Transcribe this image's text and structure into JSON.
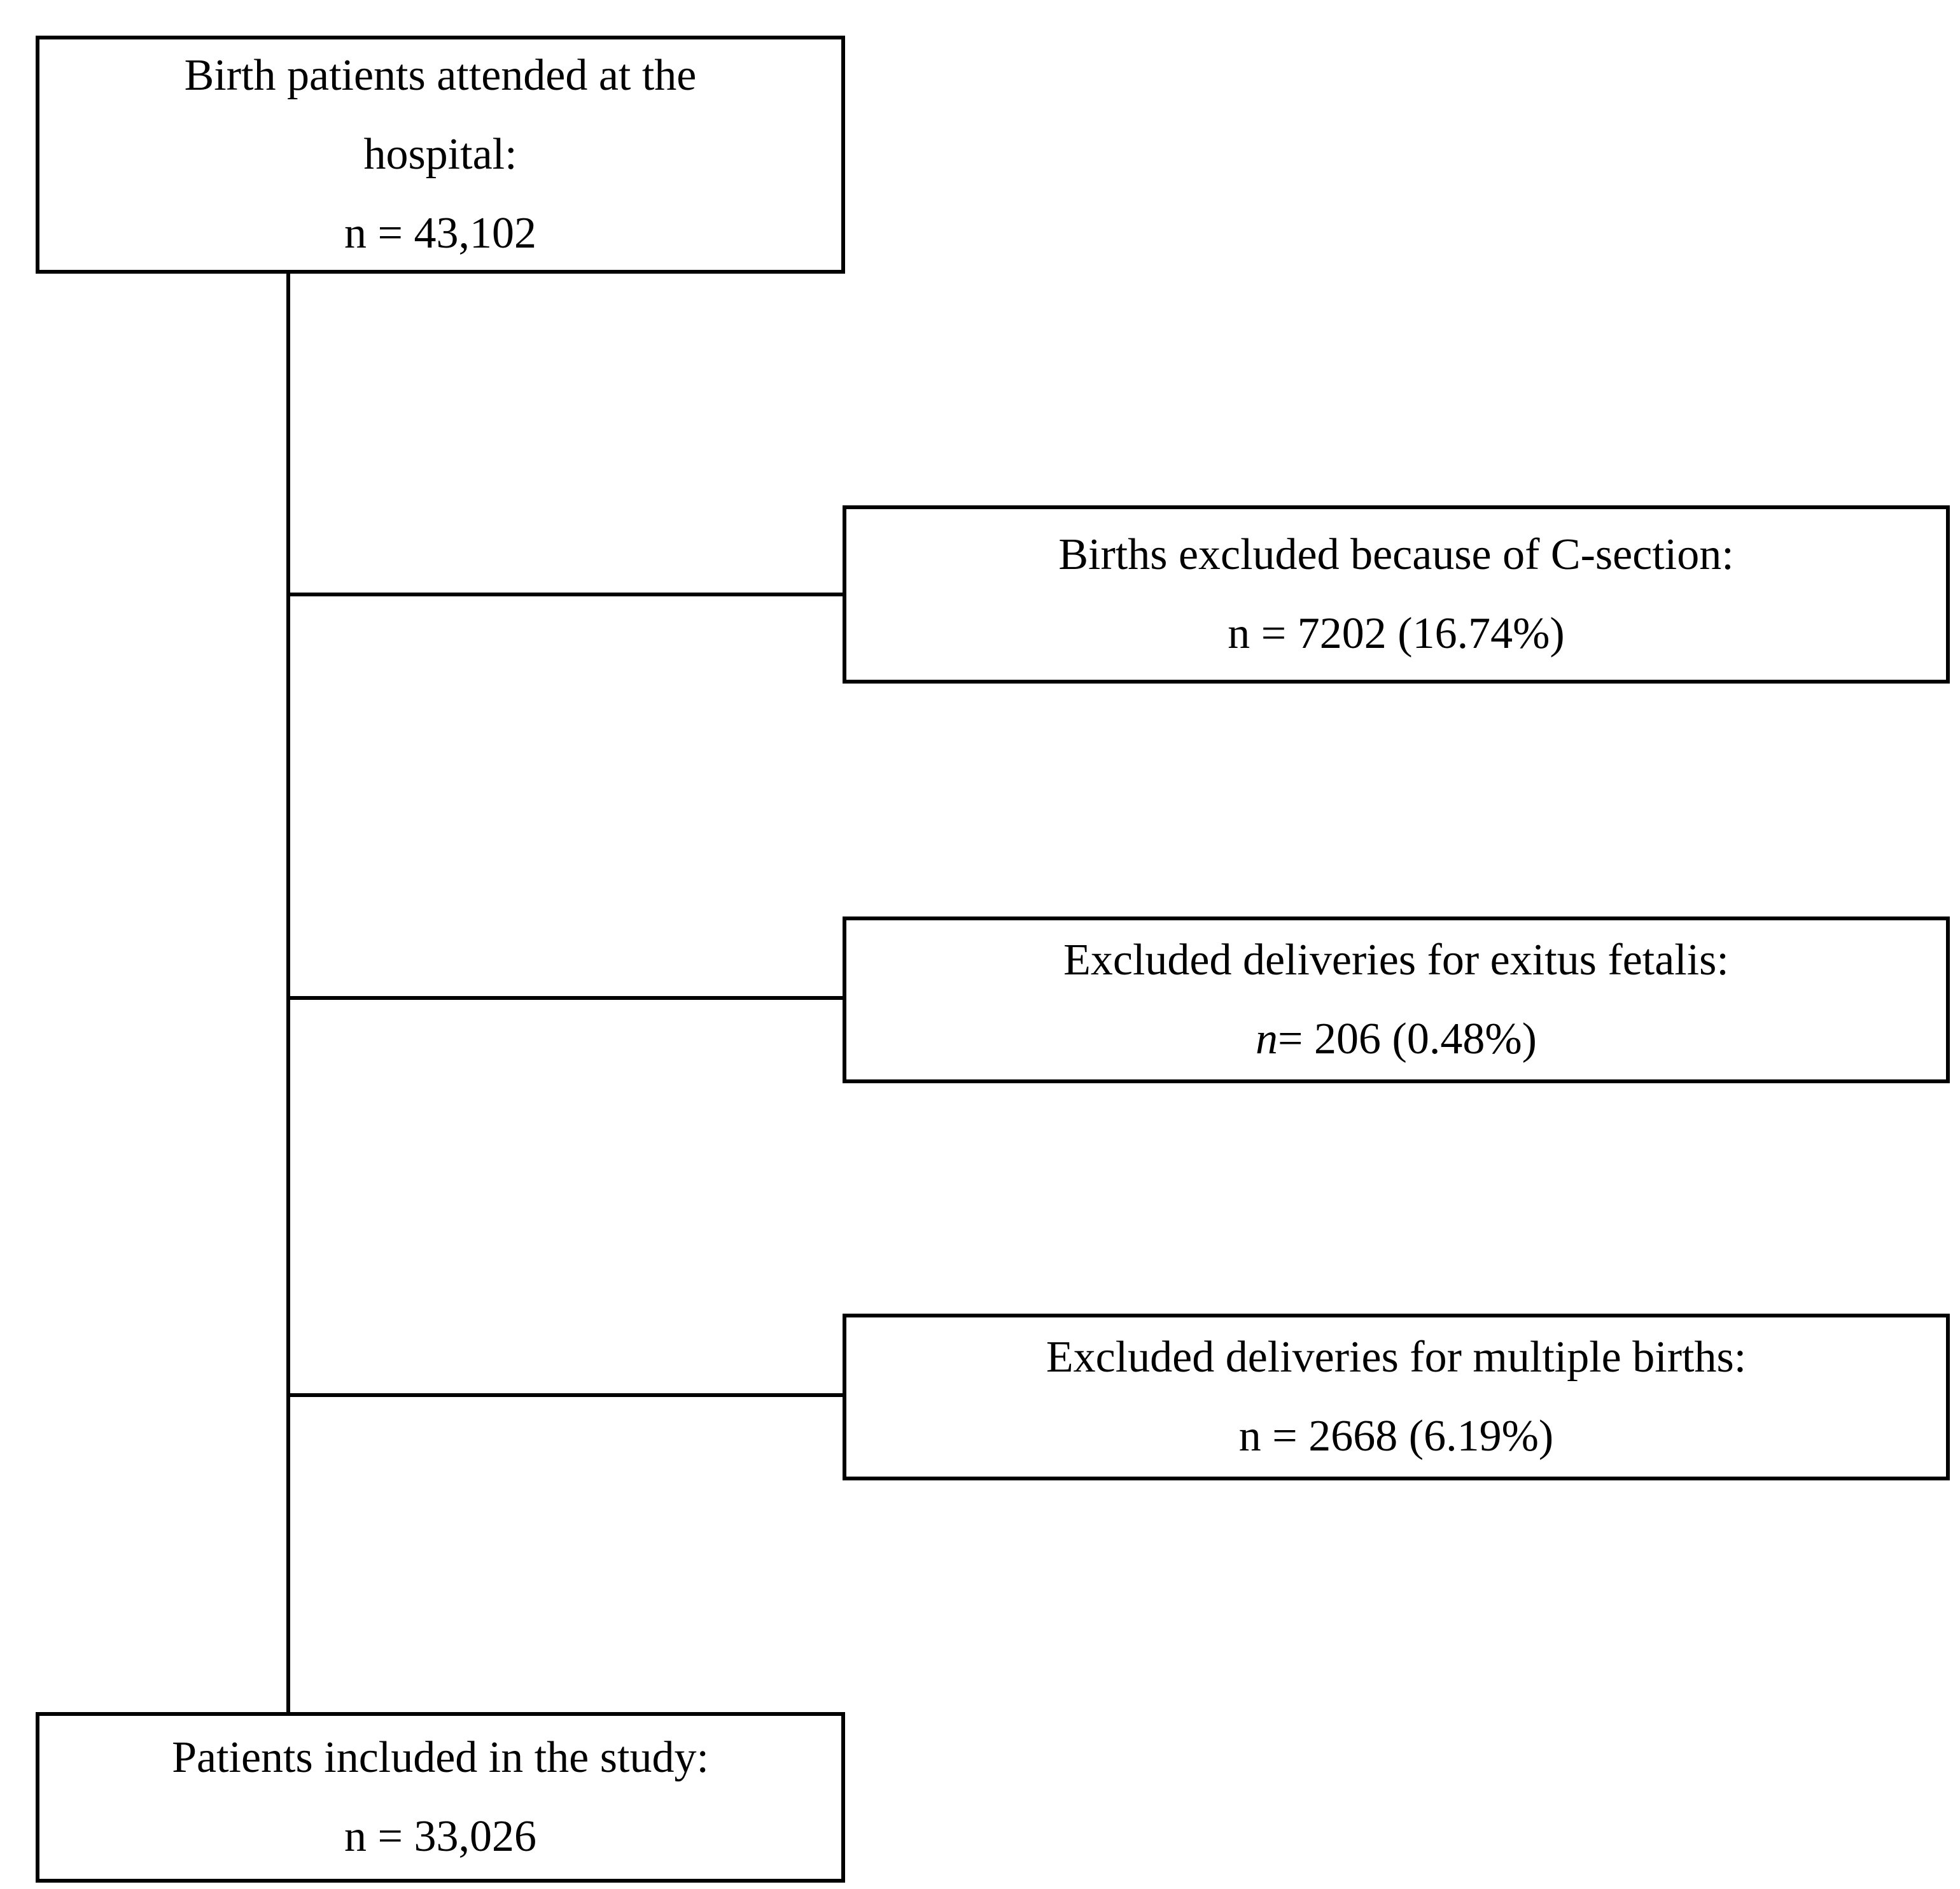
{
  "flowchart": {
    "start": {
      "line1": "Birth patients attended at the",
      "line2": "hospital:",
      "line3": "n = 43,102"
    },
    "exclusions": [
      {
        "label": "Births excluded because of C-section:",
        "count": "n = 7202 (16.74%)"
      },
      {
        "label": "Excluded deliveries for exitus fetalis:",
        "count_symbol": "n",
        "count": "= 206 (0.48%)"
      },
      {
        "label": "Excluded deliveries for multiple births:",
        "count": "n = 2668 (6.19%)"
      }
    ],
    "result": {
      "label": "Patients included in the study:",
      "count": "n = 33,026"
    }
  },
  "colors": {
    "stroke": "#000000",
    "background": "#ffffff"
  }
}
